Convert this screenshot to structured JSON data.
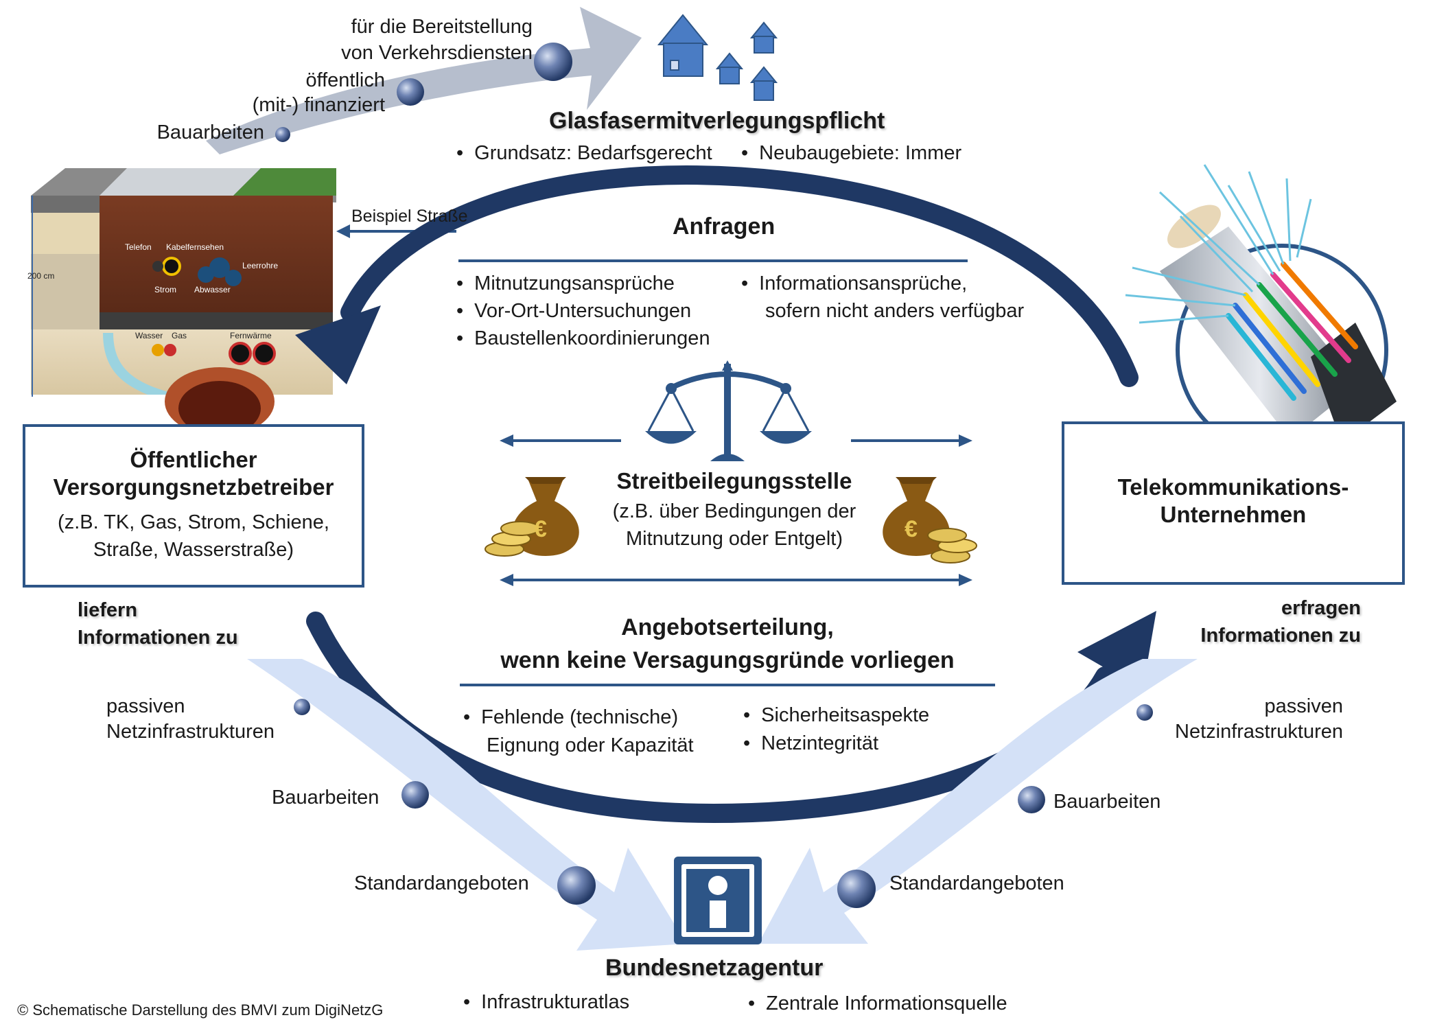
{
  "colors": {
    "navy": "#1f3864",
    "steel_blue": "#2d5587",
    "grey_arrow": "#aeb7c8",
    "light_arrow": "#d4e1f7",
    "house_blue": "#4a7cc4",
    "money_brown": "#8a5a14"
  },
  "top_arrow": {
    "items": [
      "für die Bereitstellung\nvon Verkehrsdiensten",
      "öffentlich\n(mit-) finanziert",
      "Bauarbeiten"
    ],
    "item1_line1": "für die Bereitstellung",
    "item1_line2": "von Verkehrsdiensten",
    "item2_line1": "öffentlich",
    "item2_line2": "(mit-) finanziert",
    "item3": "Bauarbeiten"
  },
  "obligation": {
    "title": "Glasfasermitverlegungspflicht",
    "bullet1": "Grundsatz: Bedarfsgerecht",
    "bullet2": "Neubaugebiete: Immer"
  },
  "street_example": {
    "label": "Beispiel  Straße",
    "depth": "200 cm",
    "telefon": "Telefon",
    "kabelfernsehen": "Kabelfernsehen",
    "leerrohre": "Leerrohre",
    "strom": "Strom",
    "abwasser": "Abwasser",
    "wasser": "Wasser",
    "gas": "Gas",
    "fernwaerme": "Fernwärme"
  },
  "requests": {
    "title": "Anfragen",
    "left_bullets": [
      "Mitnutzungsansprüche",
      "Vor-Ort-Untersuchungen",
      "Baustellenkoordinierungen"
    ],
    "right_line1": "Informationsansprüche,",
    "right_line2": "sofern nicht anders verfügbar"
  },
  "operator": {
    "line1": "Öffentlicher",
    "line2": "Versorgungsnetzbetreiber",
    "line3": "(z.B. TK, Gas, Strom, Schiene,",
    "line4": "Straße, Wasserstraße)"
  },
  "telecom": {
    "line1": "Telekommunikations-",
    "line2": "Unternehmen"
  },
  "dispute": {
    "title": "Streitbeilegungsstelle",
    "line1": "(z.B. über Bedingungen der",
    "line2": "Mitnutzung oder Entgelt)",
    "currency_symbol": "€"
  },
  "offer": {
    "line1": "Angebotserteilung,",
    "line2": "wenn keine Versagungsgründe vorliegen",
    "left_bullet1_line1": "Fehlende (technische)",
    "left_bullet1_line2": "Eignung oder Kapazität",
    "right_bullets": [
      "Sicherheitsaspekte",
      "Netzintegrität"
    ]
  },
  "left_flow": {
    "header_line1": "liefern",
    "header_line2": "Informationen zu",
    "item1_line1": "passiven",
    "item1_line2": "Netzinfrastrukturen",
    "item2": "Bauarbeiten",
    "item3": "Standardangeboten"
  },
  "right_flow": {
    "header_line1": "erfragen",
    "header_line2": "Informationen zu",
    "item1_line1": "passiven",
    "item1_line2": "Netzinfrastrukturen",
    "item2": "Bauarbeiten",
    "item3": "Standardangeboten"
  },
  "agency": {
    "title": "Bundesnetzagentur",
    "bullet1": "Infrastrukturatlas",
    "bullet2": "Zentrale Informationsquelle"
  },
  "copyright": "© Schematische Darstellung des BMVI zum DigiNetzG"
}
